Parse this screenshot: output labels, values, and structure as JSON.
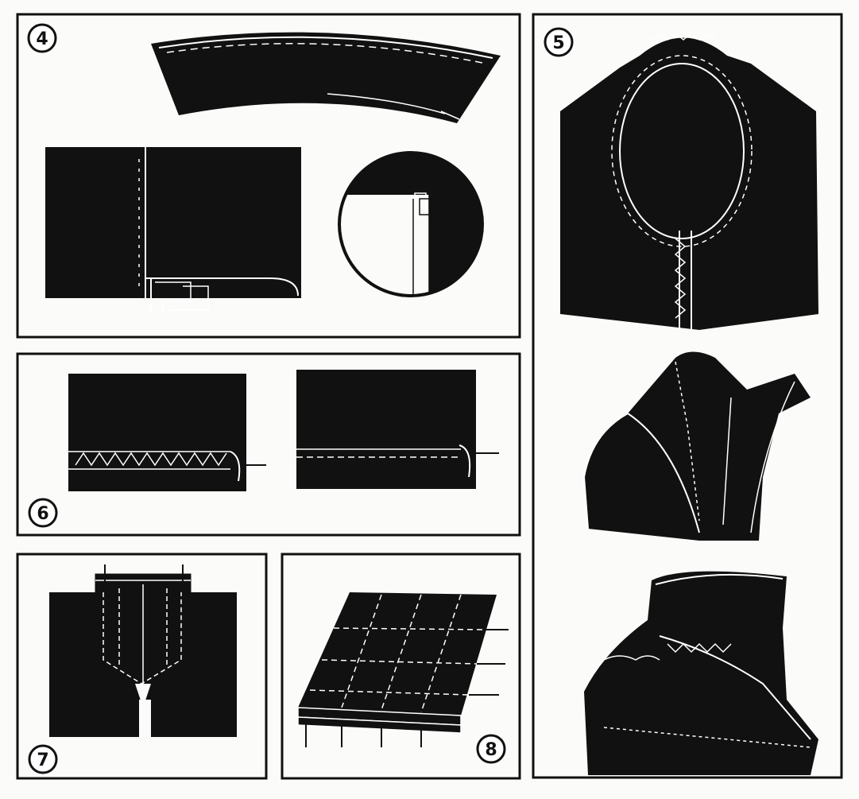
{
  "figure": {
    "panels": [
      {
        "id": "panel-4",
        "label": "4"
      },
      {
        "id": "panel-5",
        "label": "5"
      },
      {
        "id": "panel-6",
        "label": "6"
      },
      {
        "id": "panel-7",
        "label": "7"
      },
      {
        "id": "panel-8",
        "label": "8"
      }
    ]
  },
  "colors": {
    "ink": "#111111",
    "paper": "#fbfbf9",
    "stitch": "#ffffff"
  }
}
